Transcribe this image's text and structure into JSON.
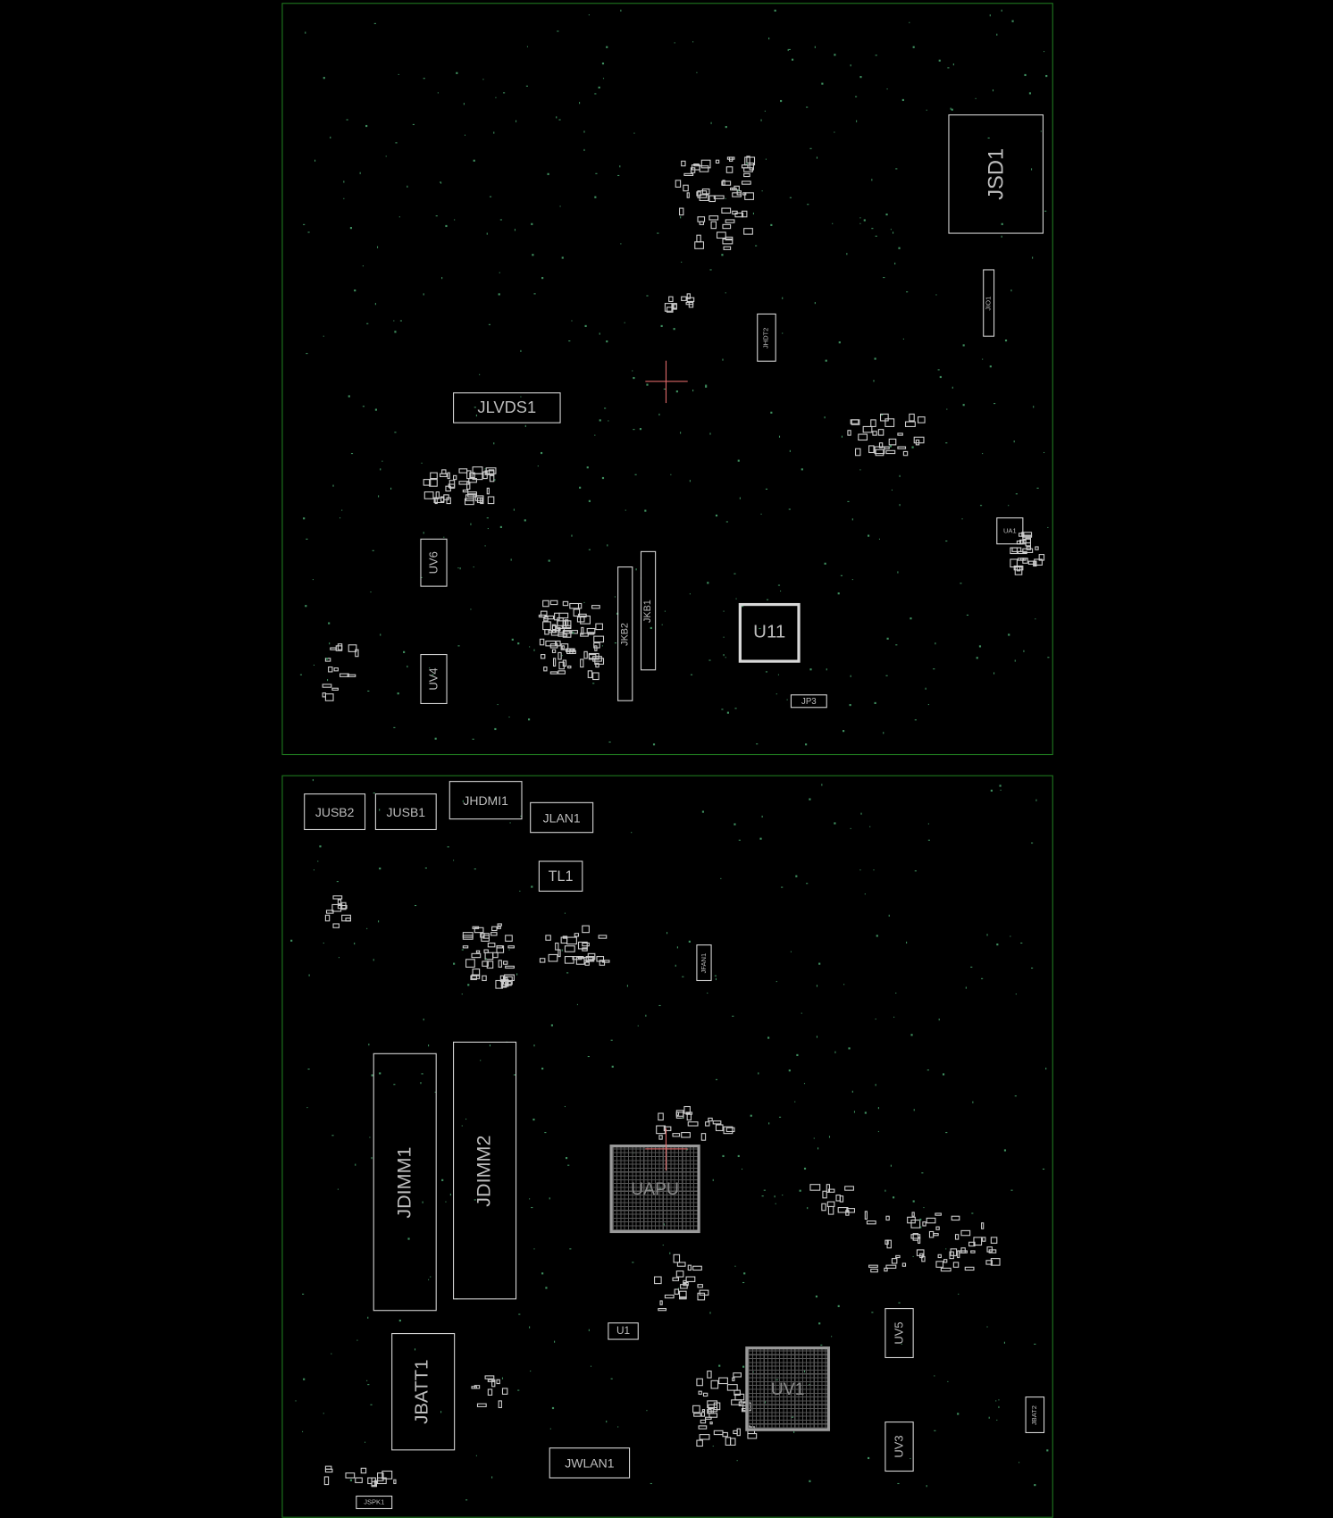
{
  "top_view": {
    "components": {
      "jsd1": "JSD1",
      "jlvds1": "JLVDS1",
      "u11": "U11",
      "uv6": "UV6",
      "uv4": "UV4",
      "jkb2": "JKB2",
      "jkb1": "JKB1",
      "jp3": "JP3",
      "ua1": "UA1",
      "jhdt2": "JHDT2",
      "jio1": "JIO1"
    }
  },
  "bottom_view": {
    "components": {
      "jusb2": "JUSB2",
      "jusb1": "JUSB1",
      "jhdmi1": "JHDMI1",
      "jlan1": "JLAN1",
      "tl1": "TL1",
      "jdimm1": "JDIMM1",
      "jdimm2": "JDIMM2",
      "uapu": "UAPU",
      "uv1": "UV1",
      "jbatt1": "JBATT1",
      "jwlan1": "JWLAN1",
      "u1": "U1",
      "uv5": "UV5",
      "uv3": "UV3",
      "jfan1": "JFAN1",
      "jspk1": "JSPK1",
      "jbat2": "JBAT2"
    }
  },
  "colors": {
    "board_outline": "#1f7a1f",
    "silkscreen": "#d8d8d8",
    "cursor": "#e06a6a"
  }
}
